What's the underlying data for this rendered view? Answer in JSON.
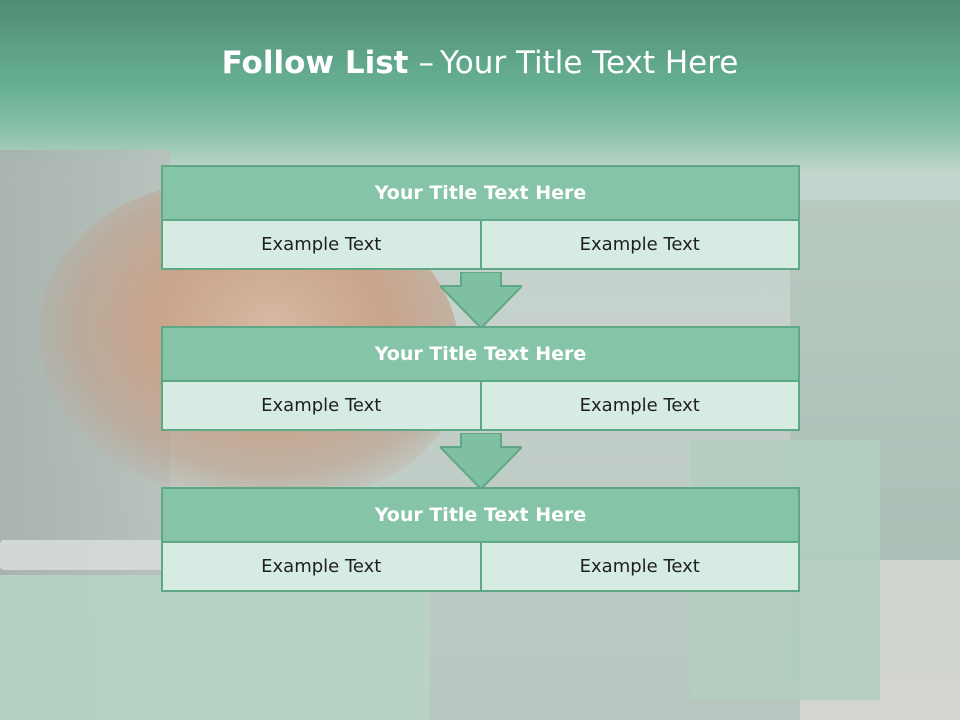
{
  "slide": {
    "title_bold": "Follow List",
    "title_dash": "–",
    "title_rest": "Your Title Text Here"
  },
  "blocks": [
    {
      "title": "Your Title Text Here",
      "left": "Example Text",
      "right": "Example Text"
    },
    {
      "title": "Your Title Text Here",
      "left": "Example Text",
      "right": "Example Text"
    },
    {
      "title": "Your Title Text Here",
      "left": "Example Text",
      "right": "Example Text"
    }
  ],
  "colors": {
    "accent": "#86c4a8",
    "border": "#5fa886",
    "cell": "#d6ebe1",
    "arrow": "#7fc0a3"
  },
  "icons": [
    "down-arrow-icon",
    "down-arrow-icon"
  ]
}
